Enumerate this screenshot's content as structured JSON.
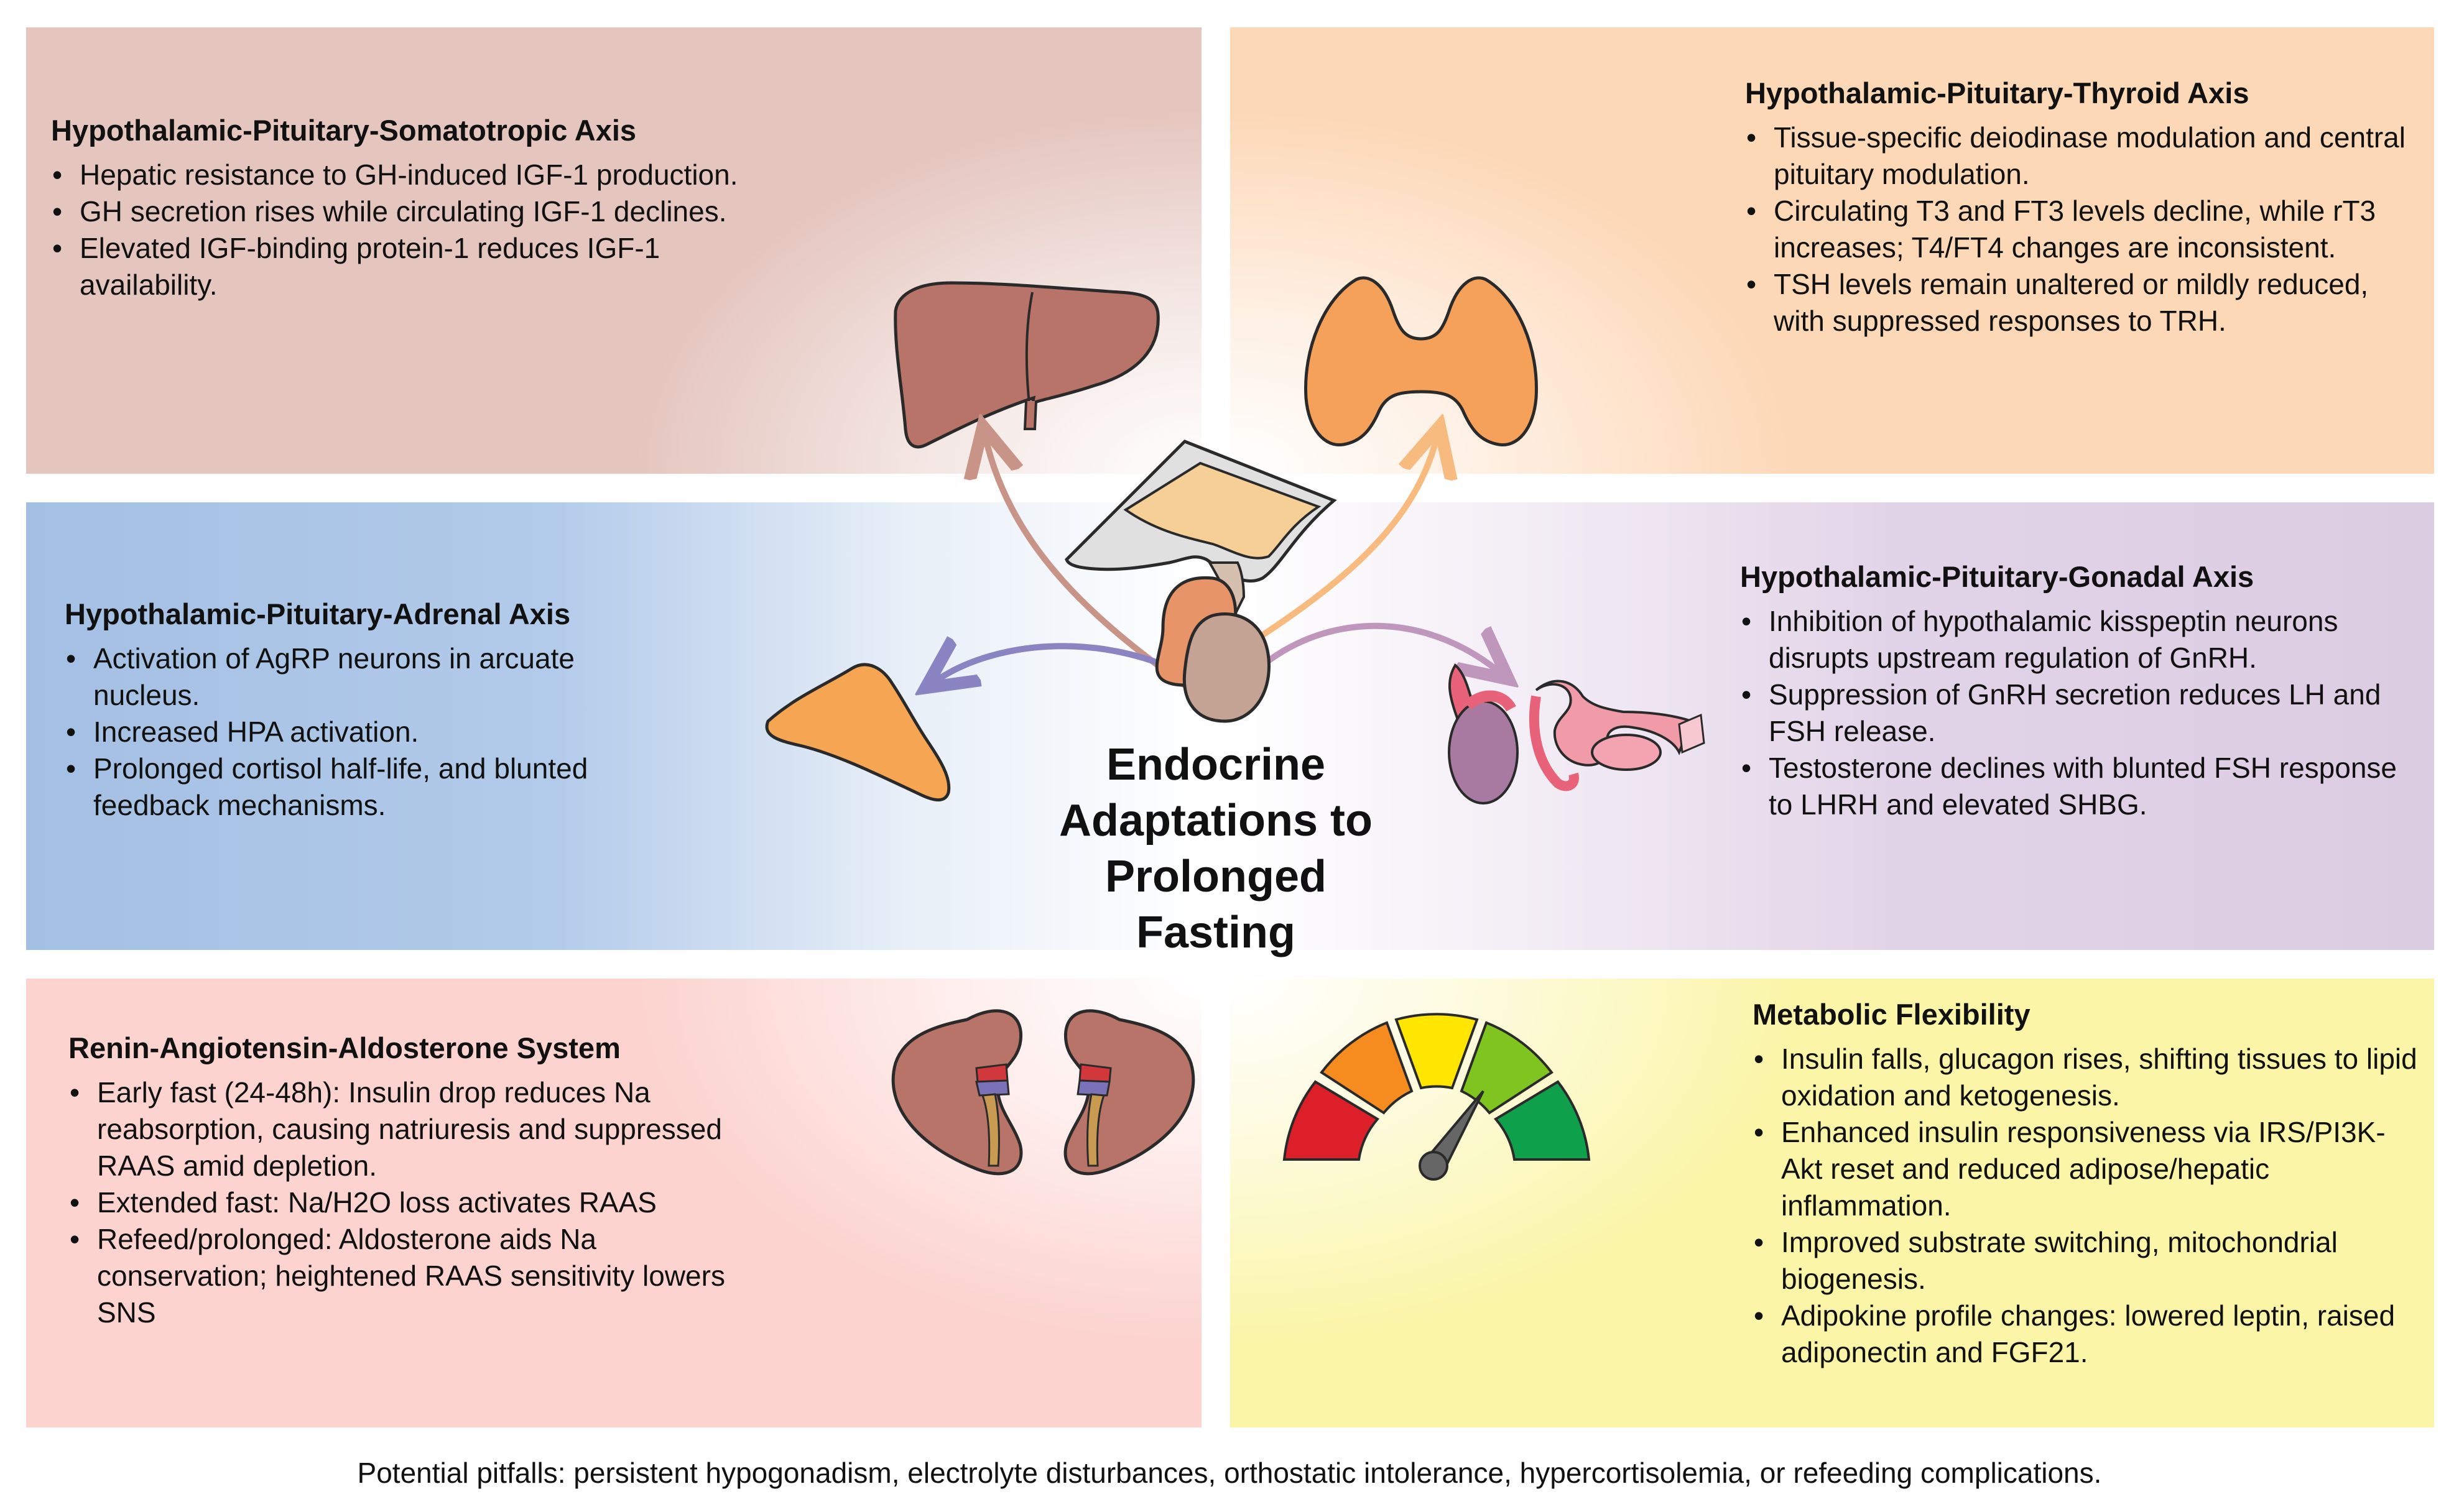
{
  "center_title": [
    "Endocrine",
    "Adaptations to",
    "Prolonged",
    "Fasting"
  ],
  "footer": "Potential pitfalls: persistent hypogonadism, electrolyte disturbances, orthostatic intolerance, hypercortisolemia, or refeeding complications.",
  "panels": {
    "somatotropic": {
      "title": "Hypothalamic-Pituitary-Somatotropic Axis",
      "bullets": [
        "Hepatic resistance to GH-induced IGF-1 production.",
        "GH secretion rises while circulating IGF-1 declines.",
        "Elevated IGF-binding protein-1 reduces IGF-1 availability."
      ]
    },
    "thyroid": {
      "title": "Hypothalamic-Pituitary-Thyroid Axis",
      "bullets": [
        "Tissue-specific deiodinase modulation and central pituitary modulation.",
        "Circulating T3 and FT3 levels decline, while rT3 increases; T4/FT4 changes are inconsistent.",
        "TSH levels remain unaltered or mildly reduced, with suppressed responses to TRH."
      ]
    },
    "adrenal": {
      "title": "Hypothalamic-Pituitary-Adrenal Axis",
      "bullets": [
        "Activation of AgRP neurons in arcuate nucleus.",
        "Increased HPA activation.",
        "Prolonged cortisol half-life, and blunted feedback mechanisms."
      ]
    },
    "gonadal": {
      "title": "Hypothalamic-Pituitary-Gonadal Axis",
      "bullets": [
        "Inhibition of hypothalamic kisspeptin neurons disrupts upstream regulation of GnRH.",
        "Suppression of GnRH secretion reduces LH and FSH release.",
        "Testosterone declines with blunted FSH response to LHRH and elevated SHBG."
      ]
    },
    "raas": {
      "title": "Renin-Angiotensin-Aldosterone System",
      "bullets": [
        "Early fast (24-48h): Insulin drop reduces Na reabsorption, causing natriuresis and suppressed RAAS amid depletion.",
        "Extended fast: Na/H2O loss activates RAAS",
        "Refeed/prolonged: Aldosterone aids Na conservation; heightened RAAS sensitivity lowers SNS"
      ]
    },
    "metabolic": {
      "title": "Metabolic Flexibility",
      "bullets": [
        "Insulin falls, glucagon rises, shifting tissues to lipid oxidation and ketogenesis.",
        "Enhanced insulin responsiveness via IRS/PI3K-Akt reset and reduced adipose/hepatic inflammation.",
        "Improved substrate switching, mitochondrial biogenesis.",
        "Adipokine profile changes: lowered leptin, raised adiponectin and FGF21."
      ]
    }
  },
  "colors": {
    "somatotropic_bg": "#e5c6bf",
    "thyroid_bg": "#fdd8b7",
    "adrenal_bg": "#a3bfe3",
    "gonadal_bg": "#dccce2",
    "raas_bg": "#fcd3cf",
    "metabolic_bg": "#fbf5a8",
    "liver": "#b87468",
    "thyroid_gland": "#f6a15a",
    "adrenal_gland": "#f6a553",
    "kidney": "#b87468",
    "arrow_liver": "#c99488",
    "arrow_thyroid": "#f8bb7f",
    "arrow_adrenal": "#8a84c2",
    "arrow_gonadal": "#bf97bd"
  },
  "icons": [
    "liver-icon",
    "thyroid-icon",
    "adrenal-gland-icon",
    "reproductive-organs-icon",
    "kidneys-icon",
    "gauge-icon",
    "hypothalamus-pituitary-icon"
  ]
}
